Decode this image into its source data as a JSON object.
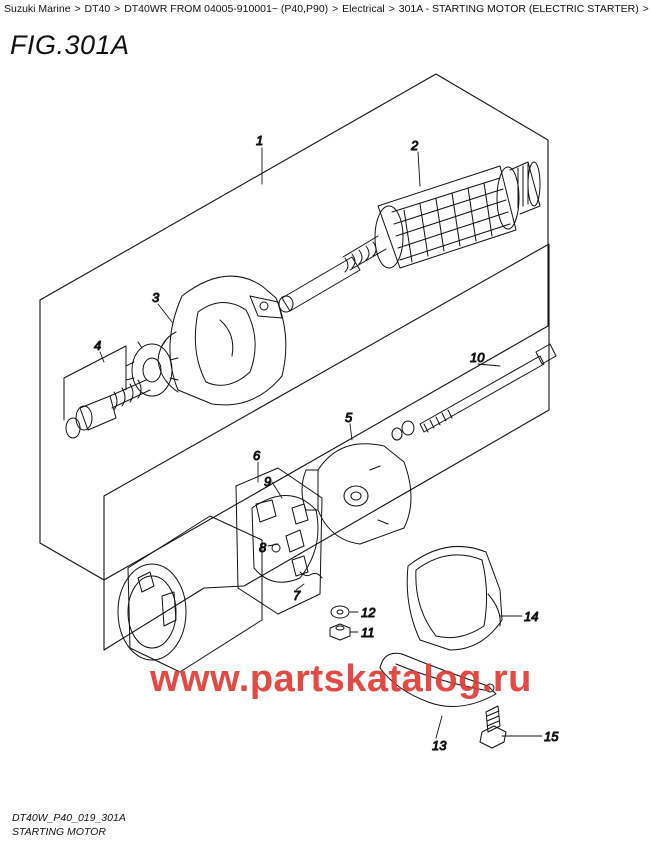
{
  "breadcrumb": {
    "items": [
      "Suzuki Marine",
      "DT40",
      "DT40WR FROM 04005-910001~ (P40,P90)",
      "Electrical",
      "301A - STARTING MOTOR (ELECTRIC STARTER)"
    ],
    "separator": ">"
  },
  "figure": {
    "title": "FIG.301A",
    "code": "DT40W_P40_019_301A",
    "name": "STARTING MOTOR"
  },
  "callouts": [
    "1",
    "2",
    "3",
    "4",
    "5",
    "6",
    "7",
    "8",
    "9",
    "10",
    "11",
    "12",
    "13",
    "14",
    "15"
  ],
  "watermark": {
    "text": "www.partskatalog.ru",
    "color": "#e23a35"
  }
}
